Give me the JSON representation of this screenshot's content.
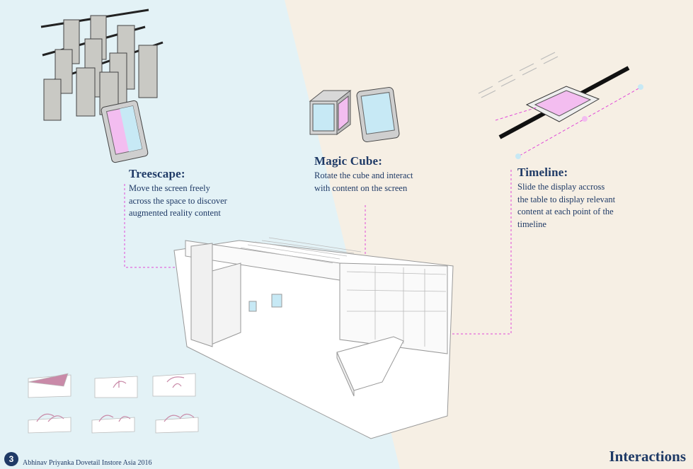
{
  "interactions": {
    "treescape": {
      "title": "Treescape:",
      "description": "Move the screen freely across the space to discover augmented reality content"
    },
    "magic_cube": {
      "title": "Magic Cube:",
      "description": "Rotate the cube and interact with content on the screen"
    },
    "timeline": {
      "title": "Timeline:",
      "description": "Slide the display accross the table to display relevant content at each point of the timeline"
    }
  },
  "footer": {
    "logo_text": "3",
    "credit": "Abhinav Priyanka Dovetail Instore Asia 2016"
  },
  "page_title": "Interactions",
  "colors": {
    "left_bg": "#e3f2f6",
    "right_bg": "#f6efe4",
    "text": "#1f3a66",
    "accent_pink": "#e24ad8",
    "screen_pink": "#f3bdf0",
    "screen_blue": "#c7e9f5"
  }
}
